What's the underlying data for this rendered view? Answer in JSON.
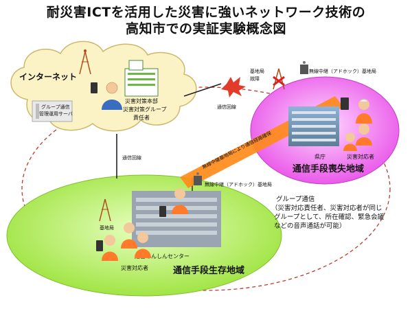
{
  "title": {
    "line1": "耐災害ICTを活用した災害に強いネットワーク技術の",
    "line2": "高知市での実証実験概念図"
  },
  "internet": {
    "label": "インターネット",
    "server_label_1": "グループ通信",
    "server_label_2": "管理運用サーバ",
    "hq_label_1": "災害対策本部",
    "hq_label_2": "災害対策グループ",
    "hq_label_3": "責任者"
  },
  "links": {
    "line_left": "通信回線",
    "line_middle": "通信回線",
    "base_top_1": "基地局",
    "base_top_2": "故障",
    "ad_hoc_top": "無線中継（アドホック）基地局",
    "ad_hoc_bottom": "無線中継（アドホック）基地局",
    "relay_path": "無線中継基地局により通信経路確保"
  },
  "lost_area": {
    "name": "通信手段喪失地域",
    "building": "県庁",
    "person": "災害対応者"
  },
  "live_area": {
    "name": "通信手段生存地域",
    "base": "基地局",
    "building": "総合あんしんセンター",
    "person": "災害対応者"
  },
  "group_comm": {
    "heading": "グループ通信",
    "line1": "（災害対応責任者、災害対応者が同じ",
    "line2": "グループとして、所在確認、緊急会議",
    "line3": "などの音声通話が可能）"
  },
  "colors": {
    "cloud": "#fbf3c6",
    "lost_area": "#ee66ee",
    "live_area": "#bff06a",
    "title_red": "#cc0000",
    "relay_band": "#ff8a1a"
  }
}
